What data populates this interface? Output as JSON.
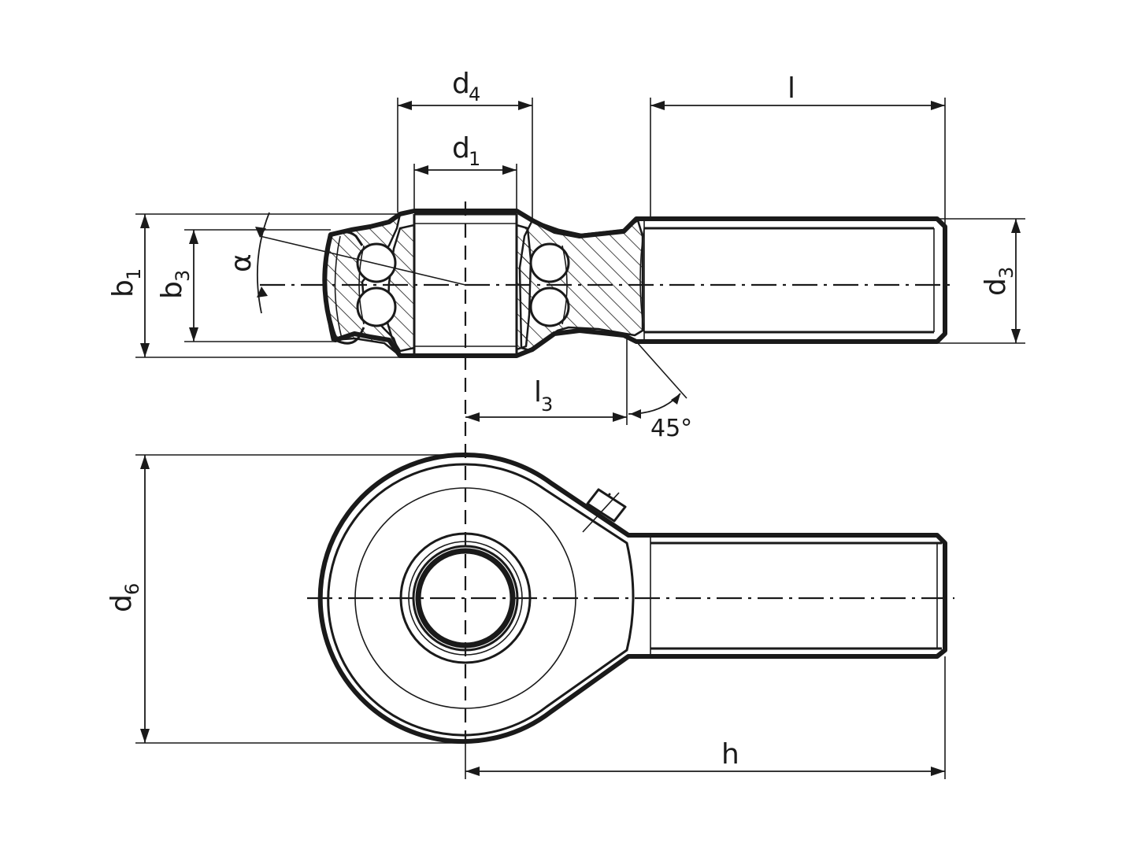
{
  "dimensions": {
    "d4": {
      "main": "d",
      "sub": "4"
    },
    "d1": {
      "main": "d",
      "sub": "1"
    },
    "l": {
      "main": "l"
    },
    "b1": {
      "main": "b",
      "sub": "1"
    },
    "b3": {
      "main": "b",
      "sub": "3"
    },
    "alpha": {
      "main": "α"
    },
    "d3": {
      "main": "d",
      "sub": "3"
    },
    "l3": {
      "main": "l",
      "sub": "3"
    },
    "angle": {
      "main": "45°"
    },
    "d6": {
      "main": "d",
      "sub": "6"
    },
    "h": {
      "main": "h"
    }
  },
  "colors": {
    "line": "#1a1a1a",
    "background": "#ffffff"
  }
}
